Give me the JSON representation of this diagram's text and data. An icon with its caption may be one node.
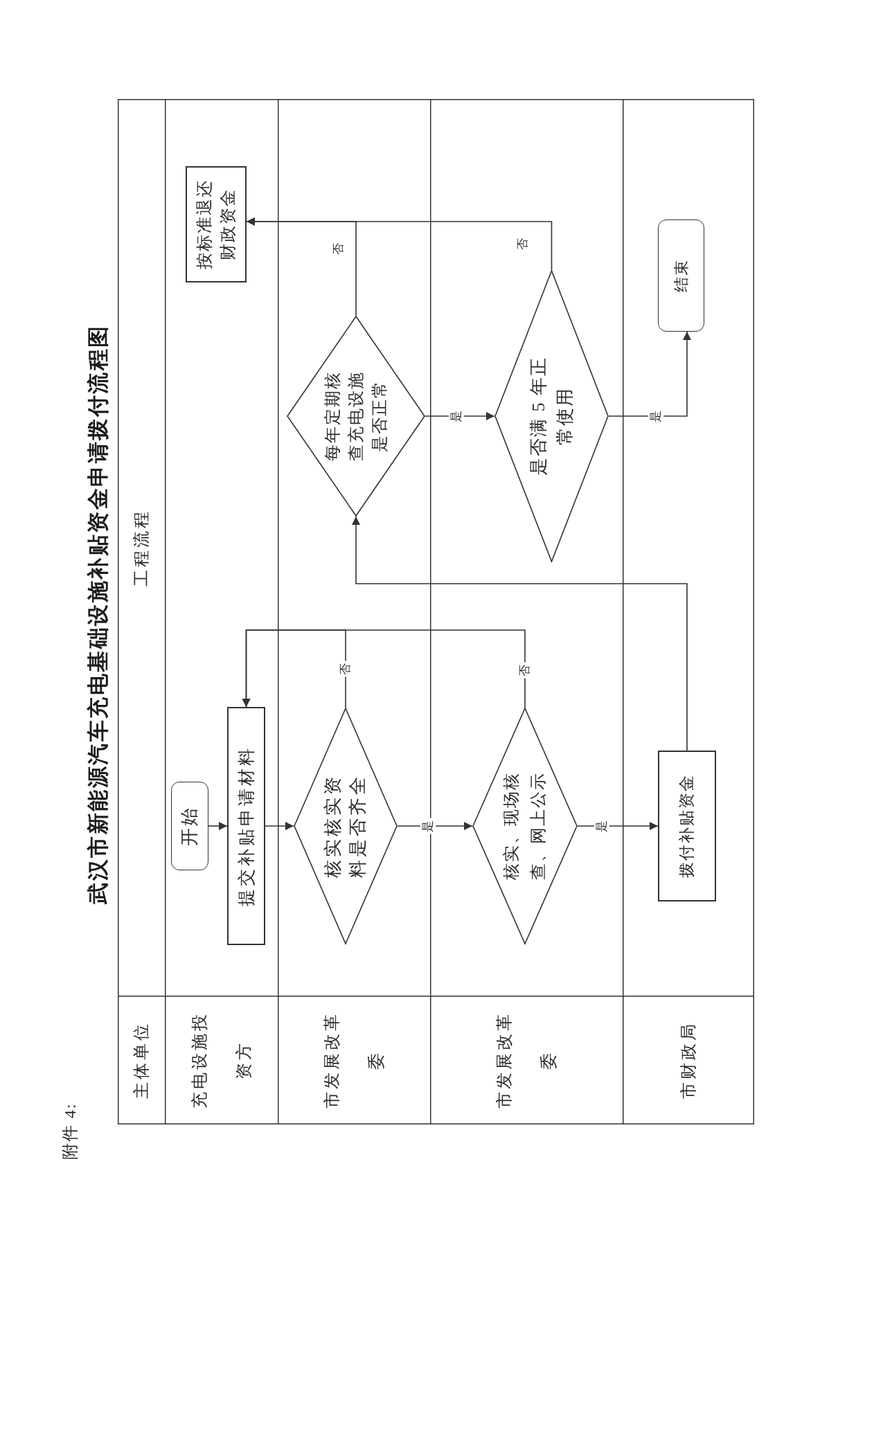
{
  "diagram": {
    "title": "武汉市新能源汽车充电基础设施补贴资金申请拨付流程图",
    "nodes": [
      {
        "text": [
          "充电设施投资方"
        ]
      },
      {
        "text": [
          "开始"
        ],
        "in": 0
      },
      {
        "text": [
          "提交补贴申请材料"
        ],
        "in": 0
      },
      {
        "text": [
          "按标准退还财政资金"
        ],
        "in": 0
      },
      {
        "text": [
          "市发展改革委"
        ]
      },
      {
        "text": [
          "核实核实资料是否齐全"
        ],
        "in": 4
      },
      {
        "text": [
          "每年定期核查充电设施是否正常"
        ],
        "in": 4
      },
      {
        "text": [
          "市发展改革委"
        ]
      },
      {
        "text": [
          "核实、现场核查、网上公示"
        ],
        "in": 7
      },
      {
        "text": [
          "是否满 5 年正常使用"
        ],
        "in": 7
      },
      {
        "text": [
          "市财政局"
        ]
      },
      {
        "text": [
          "拨付补贴资金"
        ],
        "in": 10
      },
      {
        "text": [
          "结束"
        ],
        "in": 10
      }
    ],
    "edges": [
      {
        "from": 1,
        "to": 2,
        "arrow": "to"
      },
      {
        "from": 2,
        "to": 5,
        "arrow": "to"
      },
      {
        "from": 5,
        "to": 8,
        "label": "是",
        "arrow": "to"
      },
      {
        "from": 5,
        "to": 2,
        "label": "否",
        "arrow": "to"
      },
      {
        "from": 8,
        "to": 11,
        "label": "是",
        "arrow": "to"
      },
      {
        "from": 8,
        "to": 2,
        "label": "否",
        "arrow": "to"
      },
      {
        "from": 11,
        "to": 6,
        "arrow": "to"
      },
      {
        "from": 6,
        "to": 9,
        "label": "是",
        "arrow": "to"
      },
      {
        "from": 6,
        "to": 3,
        "label": "否",
        "arrow": "to"
      },
      {
        "from": 9,
        "to": 3,
        "label": "否",
        "arrow": "to"
      },
      {
        "from": 9,
        "to": 12,
        "label": "是",
        "arrow": "to"
      }
    ],
    "labels": [
      "附件 4:",
      "主体单位",
      "工程流程"
    ]
  }
}
